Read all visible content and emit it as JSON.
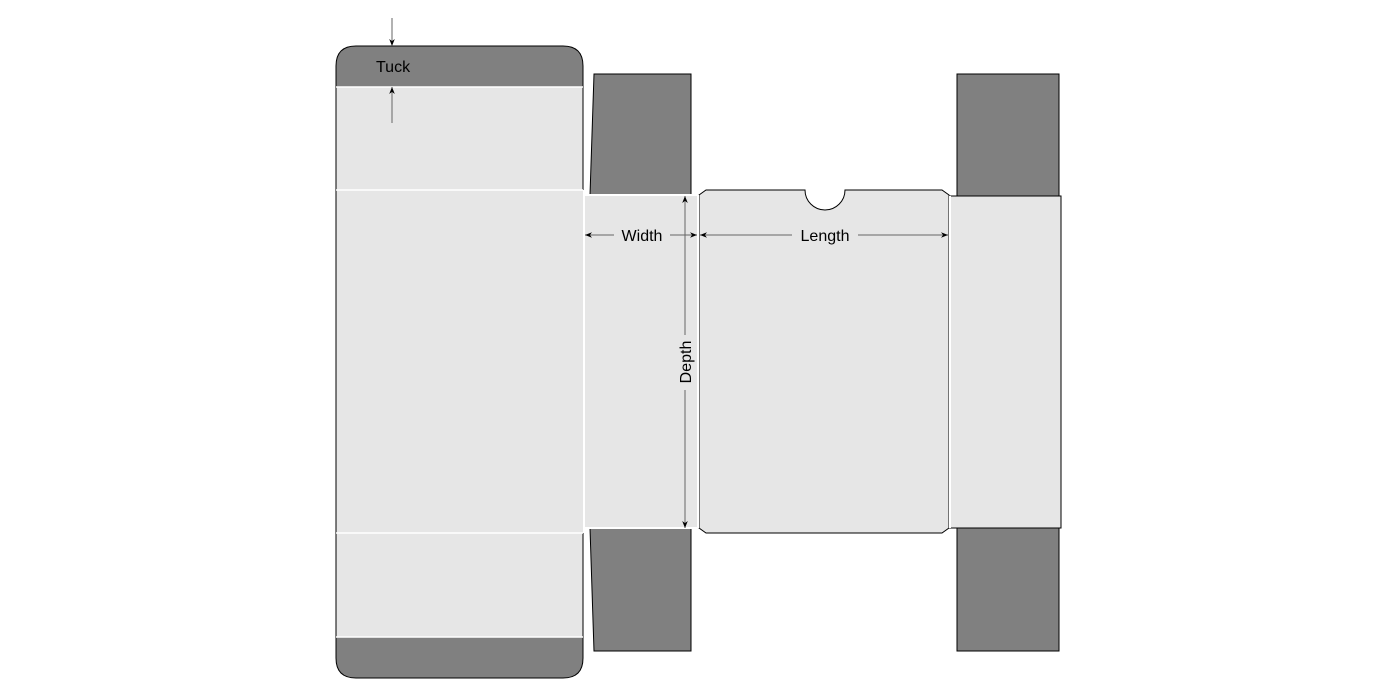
{
  "diagram": {
    "labels": {
      "tuck": "Tuck",
      "width": "Width",
      "length": "Length",
      "depth": "Depth"
    },
    "colors": {
      "panel": "#e6e6e6",
      "flap": "#808080",
      "outline": "#000000",
      "fold": "#ffffff",
      "dimension": "#666666"
    }
  }
}
